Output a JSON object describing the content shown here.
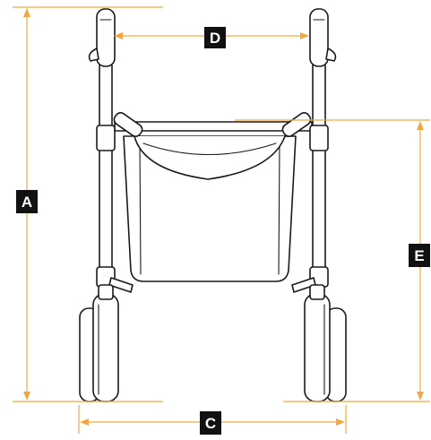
{
  "dimension_labels": {
    "a": "A",
    "c": "C",
    "d": "D",
    "e": "E"
  },
  "colors": {
    "dimension_line": "#f4a641",
    "outline": "#1a1a1a",
    "label_background": "#111111",
    "label_text": "#ffffff"
  }
}
